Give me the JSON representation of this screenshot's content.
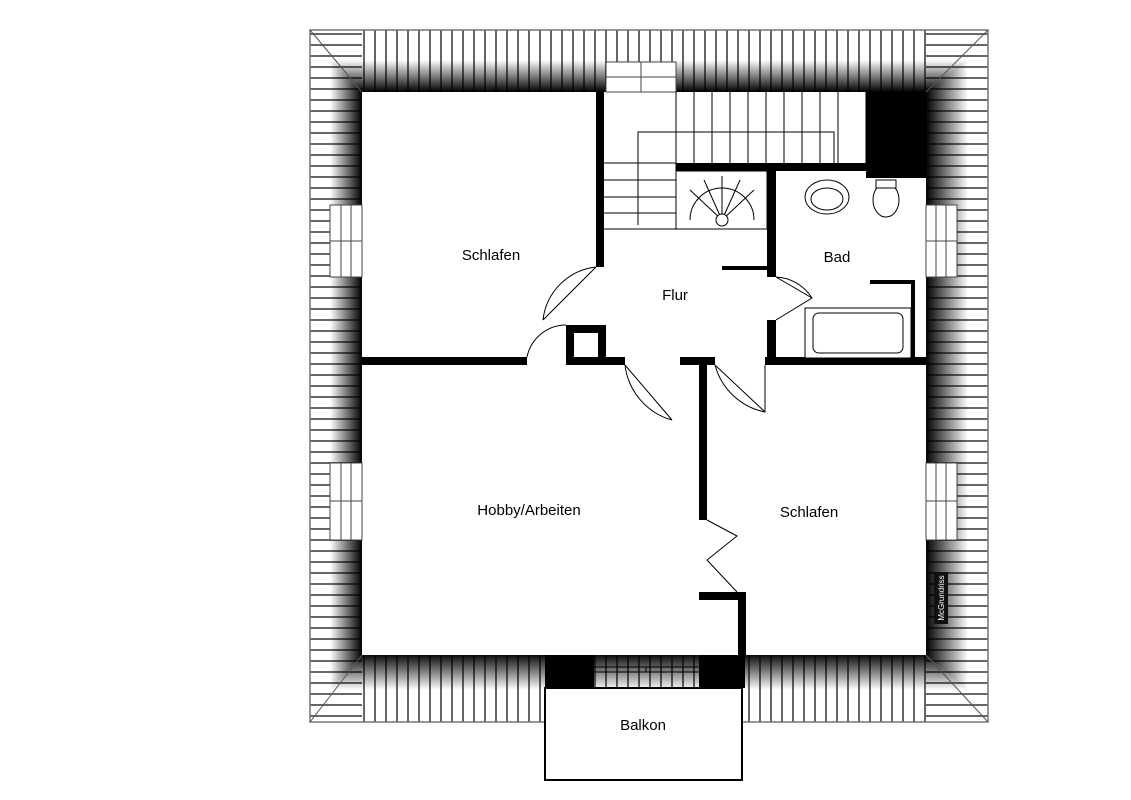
{
  "rooms": {
    "schlafen_top": "Schlafen",
    "flur": "Flur",
    "bad": "Bad",
    "hobby": "Hobby/Arbeiten",
    "schlafen_right": "Schlafen",
    "balkon": "Balkon"
  },
  "watermark": "McGrundriss"
}
